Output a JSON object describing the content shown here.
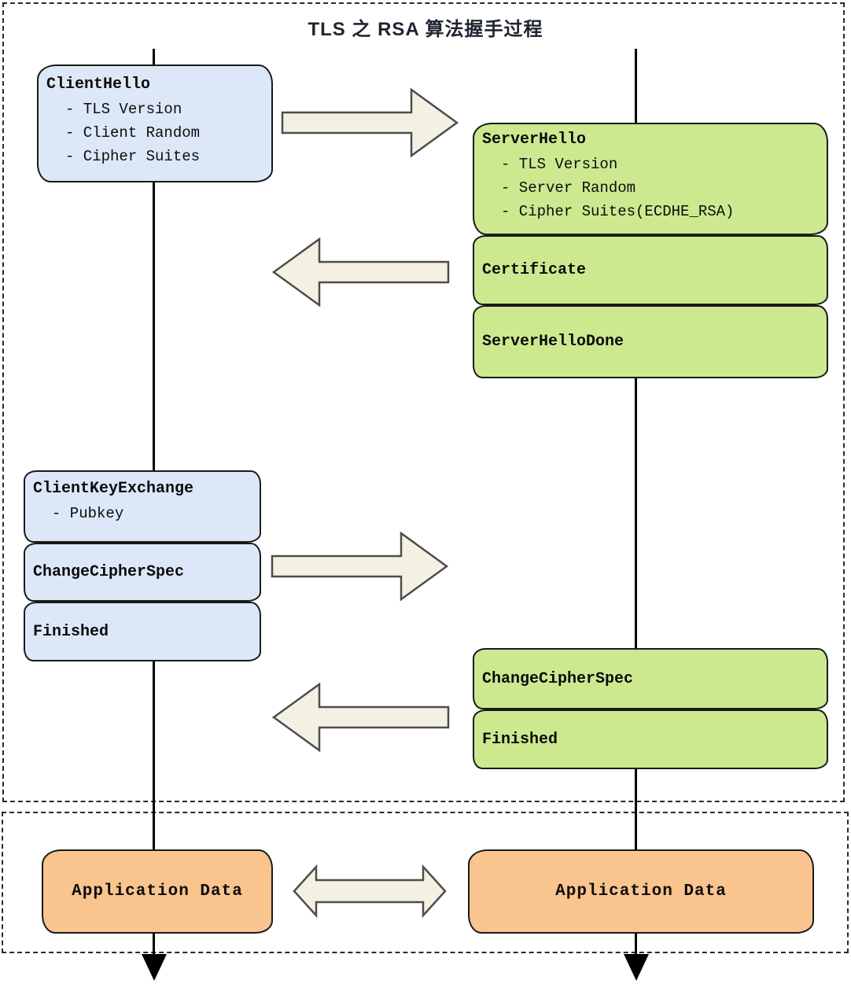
{
  "title": "TLS 之 RSA 算法握手过程",
  "colors": {
    "client_box_fill": "#dce7f8",
    "server_box_fill": "#cce990",
    "app_box_fill": "#fac48e",
    "arrow_fill": "#f4f1e2",
    "arrow_stroke": "#4d4d4d",
    "box_border": "#1a1a1a",
    "lifeline": "#000000",
    "dashed_border": "#2a2a2a",
    "title_color": "#1f2430"
  },
  "client": {
    "hello": {
      "title": "ClientHello",
      "items": [
        "- TLS Version",
        "- Client Random",
        "- Cipher Suites"
      ]
    },
    "key_exchange": {
      "title": "ClientKeyExchange",
      "items": [
        "- Pubkey"
      ]
    },
    "change_cipher_spec": "ChangeCipherSpec",
    "finished": "Finished",
    "application_data": "Application Data"
  },
  "server": {
    "hello": {
      "title": "ServerHello",
      "items": [
        "- TLS Version",
        "- Server Random",
        "- Cipher Suites(ECDHE_RSA)"
      ]
    },
    "certificate": "Certificate",
    "hello_done": "ServerHelloDone",
    "change_cipher_spec": "ChangeCipherSpec",
    "finished": "Finished",
    "application_data": "Application Data"
  }
}
